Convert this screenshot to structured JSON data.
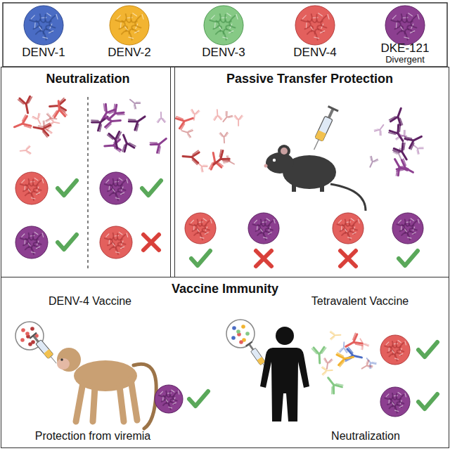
{
  "diagram": {
    "nodes": [
      {
        "text": [
          "DENV-1"
        ]
      },
      {
        "text": [
          "DENV-2"
        ]
      },
      {
        "text": [
          "DENV-3"
        ]
      },
      {
        "text": [
          "DENV-4"
        ]
      },
      {
        "text": [
          "DKE-121",
          "Divergent"
        ]
      },
      {
        "text": [
          "Neutralization"
        ]
      },
      {
        "text": [
          "Passive Transfer Protection"
        ]
      },
      {
        "text": [
          "Vaccine Immunity"
        ]
      }
    ],
    "labels": [
      "DENV-4 Vaccine",
      "Tetravalent Vaccine",
      "Protection from viremia",
      "Neutralization"
    ]
  }
}
